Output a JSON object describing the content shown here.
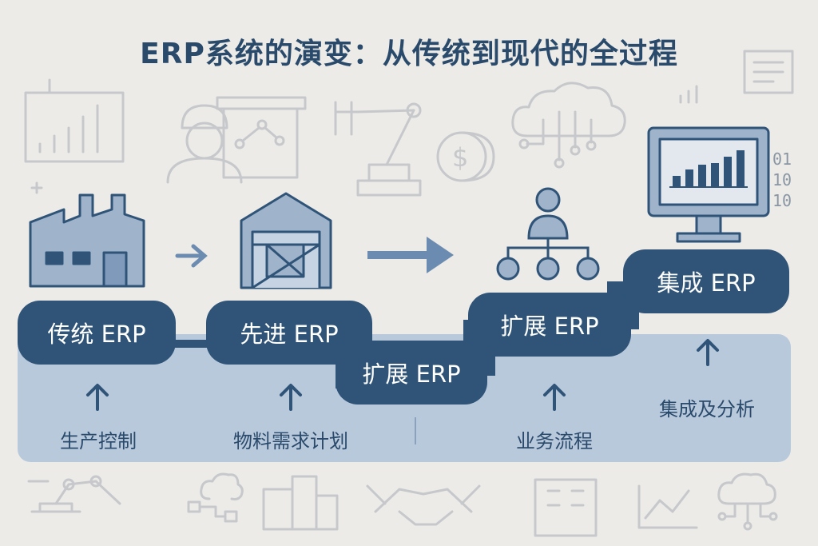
{
  "title": "ERP系统的演变：从传统到现代的全过程",
  "stages": [
    {
      "name": "传统 ERP",
      "caption": "生产控制",
      "icon": "factory-icon"
    },
    {
      "name": "先进 ERP",
      "caption": "物料需求计划",
      "icon": "warehouse-icon"
    },
    {
      "name": "扩展 ERP",
      "caption": "",
      "icon": ""
    },
    {
      "name": "扩展 ERP",
      "caption": "业务流程",
      "icon": "org-chart-icon"
    },
    {
      "name": "集成 ERP",
      "caption": "集成及分析",
      "icon": "monitor-chart-icon"
    }
  ],
  "binary_text": [
    "01",
    "10",
    "10"
  ],
  "colors": {
    "background": "#ecebe7",
    "accent": "#2f5478",
    "band": "#b9c9dc",
    "icon_fill": "#9fb3cb",
    "faint_line": "#c3c6ca"
  }
}
